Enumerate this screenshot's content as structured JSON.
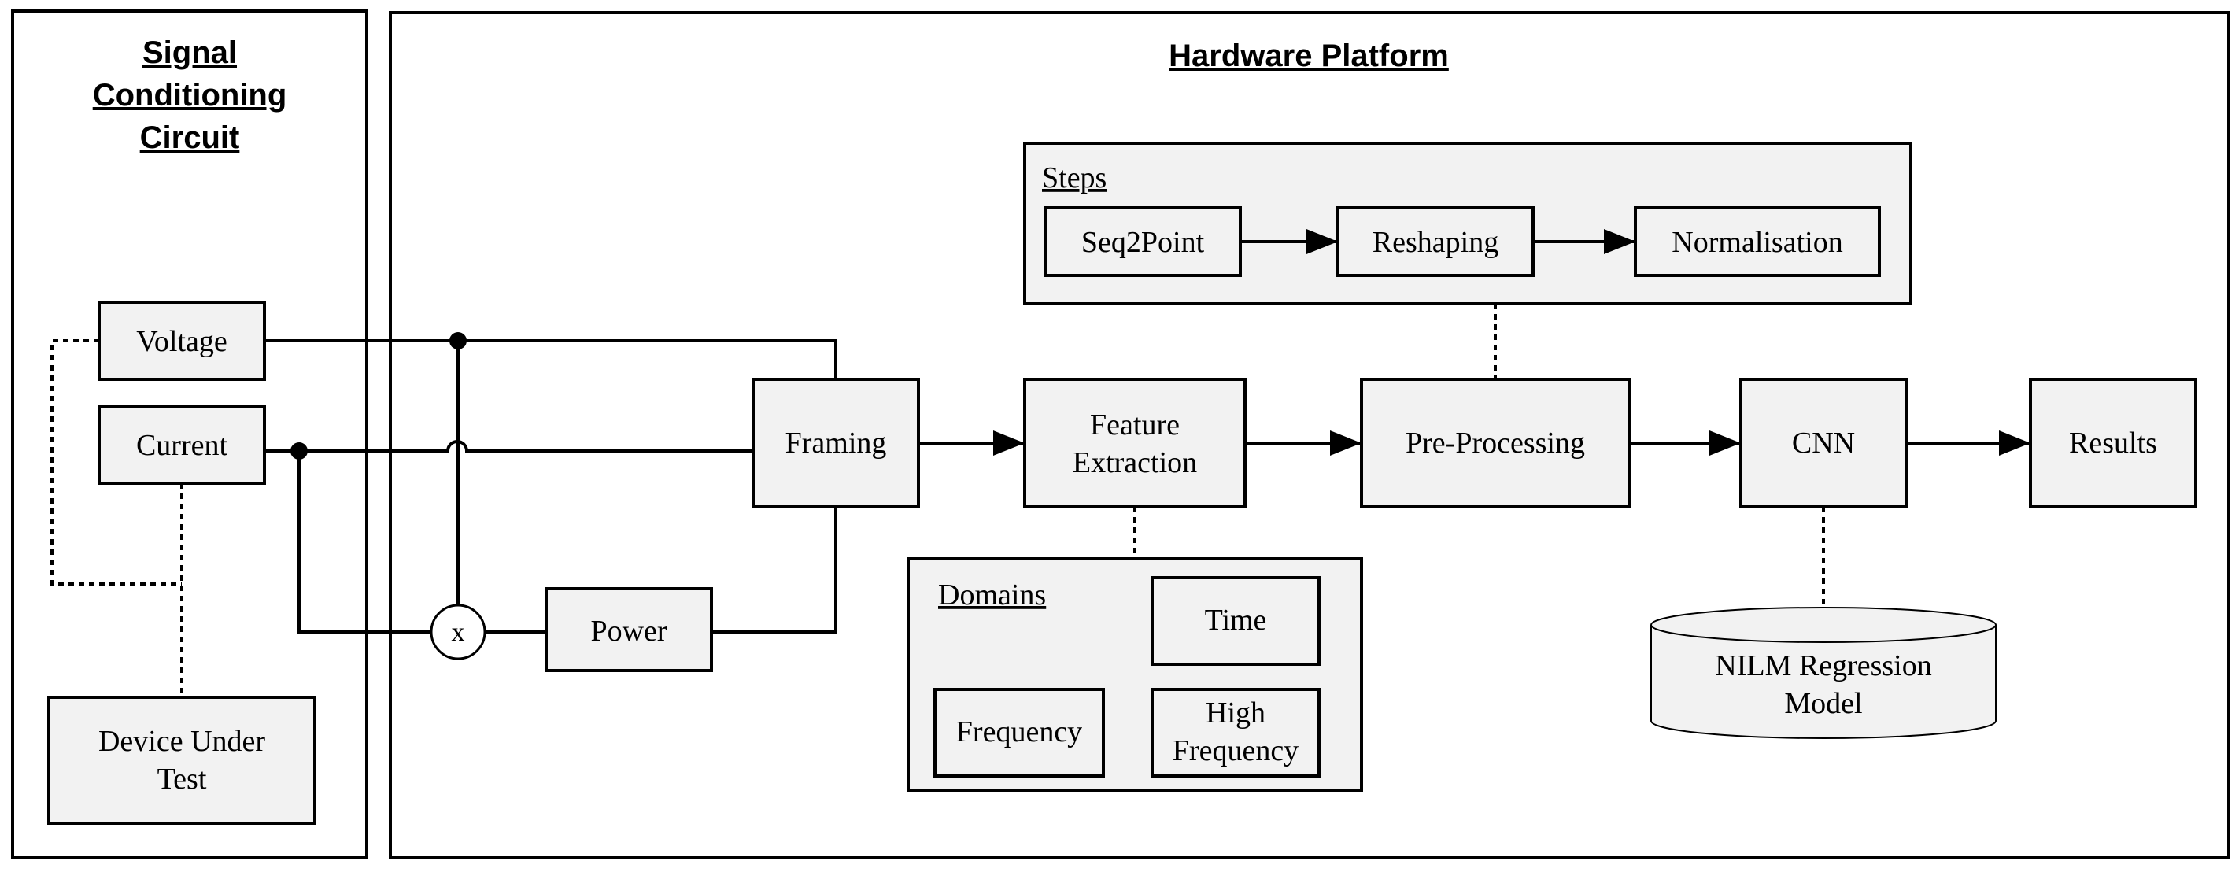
{
  "sections": {
    "signal_conditioning": {
      "title_lines": [
        "Signal",
        "Conditioning",
        "Circuit"
      ]
    },
    "hardware_platform": {
      "title": "Hardware Platform"
    }
  },
  "blocks": {
    "voltage": "Voltage",
    "current": "Current",
    "device_under_test": [
      "Device Under",
      "Test"
    ],
    "multiplier": "x",
    "power": "Power",
    "framing": "Framing",
    "feature_extraction": [
      "Feature",
      "Extraction"
    ],
    "pre_processing": "Pre-Processing",
    "cnn": "CNN",
    "results": "Results",
    "nilm_model": [
      "NILM Regression",
      "Model"
    ]
  },
  "steps": {
    "heading": "Steps",
    "items": [
      "Seq2Point",
      "Reshaping",
      "Normalisation"
    ]
  },
  "domains": {
    "heading": "Domains",
    "time": "Time",
    "frequency": "Frequency",
    "high_frequency": [
      "High",
      "Frequency"
    ]
  }
}
